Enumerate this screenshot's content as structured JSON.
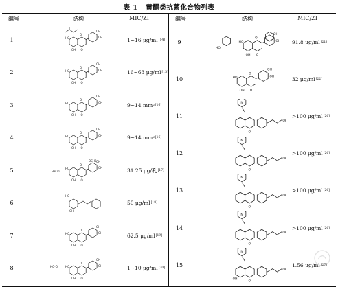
{
  "caption": {
    "label": "表 1",
    "title": "黄酮类抗菌化合物列表"
  },
  "headers": {
    "left": {
      "no": "编号",
      "structure": "结构",
      "mic": "MIC/ZI"
    },
    "right": {
      "no": "编号",
      "structure": "结构",
      "mic": "MIC/ZI"
    }
  },
  "left_rows": [
    {
      "no": "1",
      "mic": "1~16 μg/ml",
      "ref": "[14]"
    },
    {
      "no": "2",
      "mic": "16~63 μg/ml",
      "ref": "[15]"
    },
    {
      "no": "3",
      "mic": "9~14 mm",
      "ref": "a[16]"
    },
    {
      "no": "4",
      "mic": "9~14 mm",
      "ref": "a[16]"
    },
    {
      "no": "5",
      "mic": "31.25 μg/孔",
      "ref": "[17]"
    },
    {
      "no": "6",
      "mic": "50 μg/ml",
      "ref": "[18]"
    },
    {
      "no": "7",
      "mic": "62.5 μg/ml",
      "ref": "[19]"
    },
    {
      "no": "8",
      "mic": "1~10 μg/ml",
      "ref": "[20]"
    }
  ],
  "right_rows": [
    {
      "no": "9",
      "mic": "91.8 μg/ml",
      "ref": "[21]"
    },
    {
      "no": "10",
      "mic": "32 μg/ml",
      "ref": "[22]"
    },
    {
      "no": "11",
      "mic": ">100 μg/ml",
      "ref": "[26]"
    },
    {
      "no": "12",
      "mic": ">100 μg/ml",
      "ref": "[26]"
    },
    {
      "no": "13",
      "mic": ">100 μg/ml",
      "ref": "[26]"
    },
    {
      "no": "14",
      "mic": ">100 μg/ml",
      "ref": "[26]"
    },
    {
      "no": "15",
      "mic": "1.56 μg/ml",
      "ref": "[27]"
    }
  ],
  "structure_labels": {
    "oh": "OH",
    "o": "O",
    "och3": "OCH3",
    "h3co": "H3CO",
    "ho": "HO",
    "n": "N"
  },
  "icons": {
    "watermark": "watermark-logo-icon"
  }
}
